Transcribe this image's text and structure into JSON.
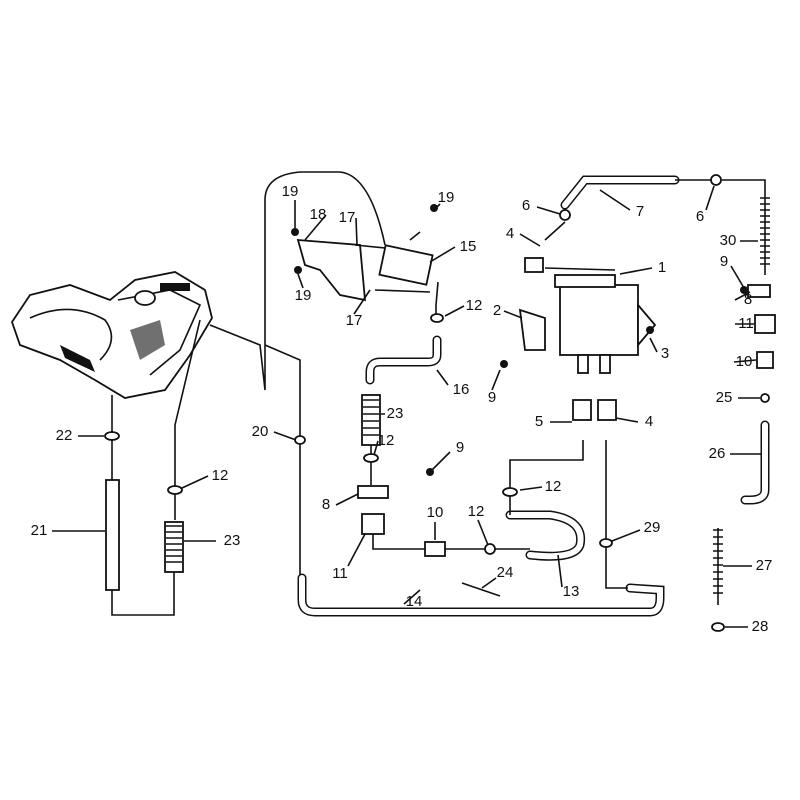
{
  "diagram": {
    "title": "Fuel system parts diagram",
    "callouts": [
      "19",
      "18",
      "17",
      "19",
      "15",
      "19",
      "17",
      "12",
      "16",
      "23",
      "12",
      "9",
      "8",
      "11",
      "10",
      "12",
      "13",
      "14",
      "24",
      "29",
      "12",
      "5",
      "4",
      "2",
      "9",
      "3",
      "1",
      "6",
      "4",
      "6",
      "7",
      "30",
      "9",
      "8",
      "11",
      "10",
      "25",
      "26",
      "27",
      "28",
      "22",
      "21",
      "12",
      "23",
      "20"
    ]
  }
}
